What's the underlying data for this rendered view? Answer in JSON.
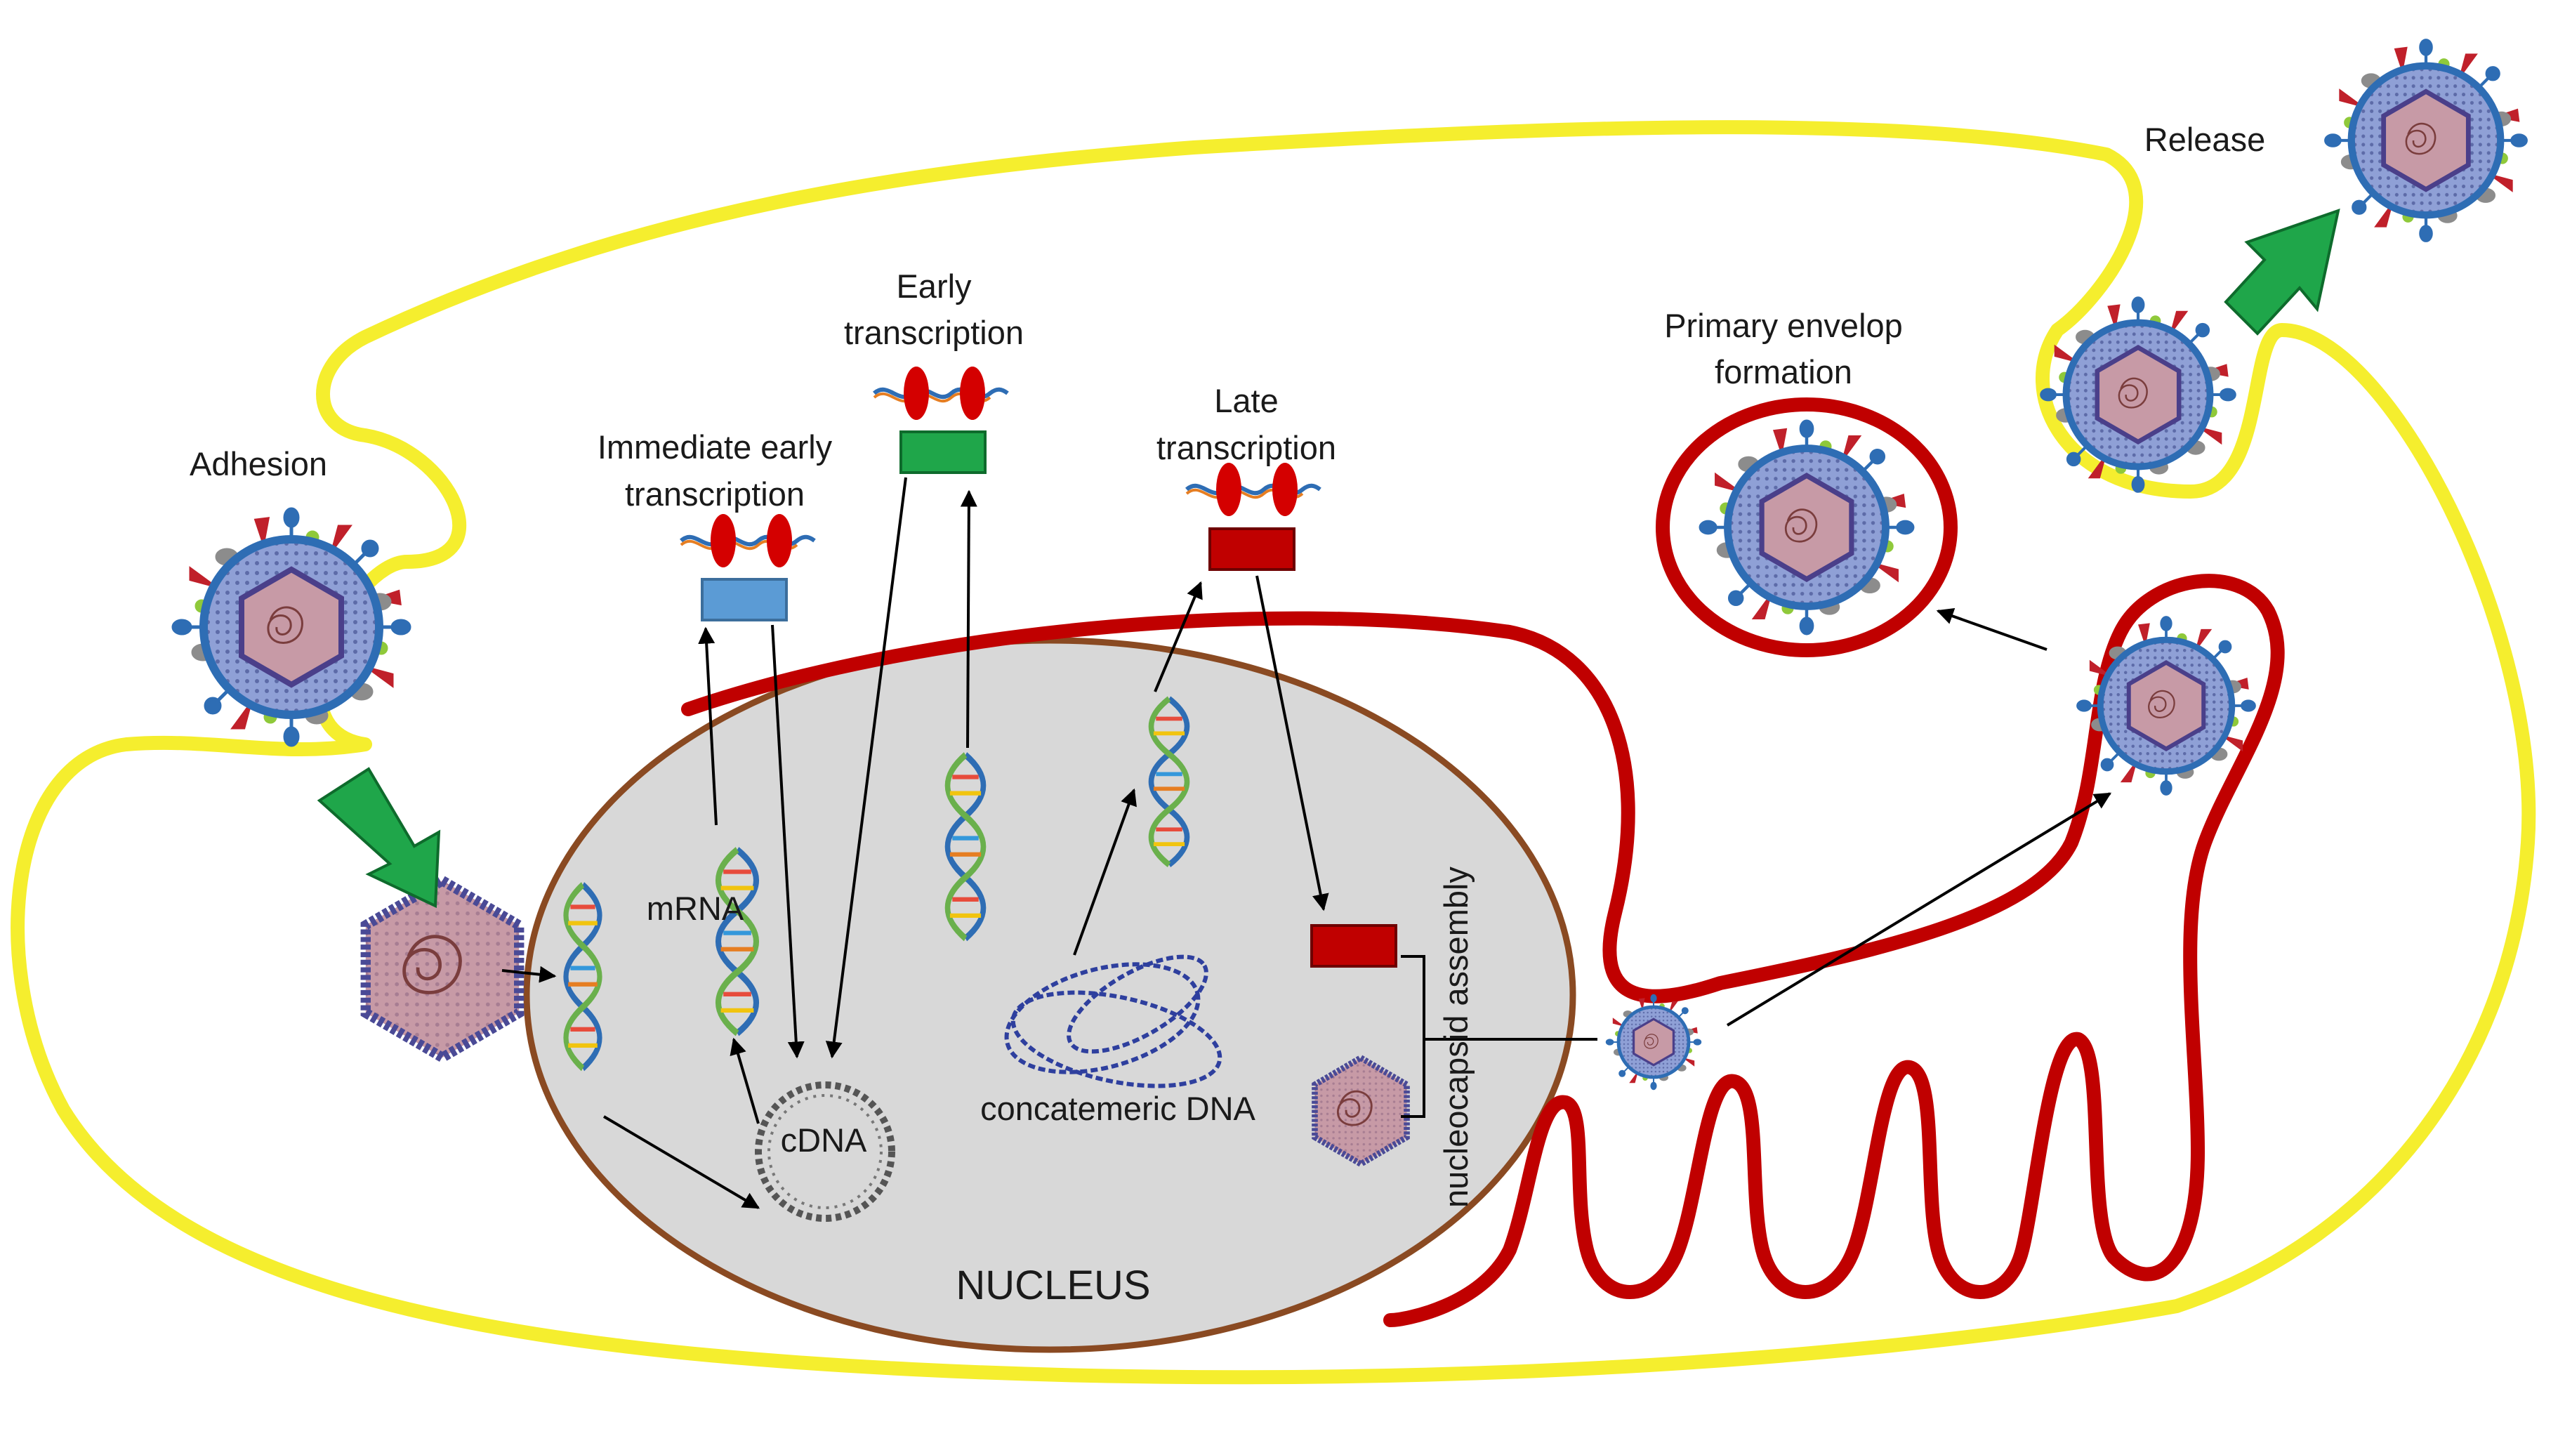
{
  "labels": {
    "adhesion": "Adhesion",
    "immediate_early_1": "Immediate early",
    "immediate_early_2": "transcription",
    "early_1": "Early",
    "early_2": "transcription",
    "late_1": "Late",
    "late_2": "transcription",
    "primary_envelop_1": "Primary envelop",
    "primary_envelop_2": "formation",
    "release": "Release",
    "mrna": "mRNA",
    "cdna": "cDNA",
    "concatemeric_dna": "concatemeric DNA",
    "nucleus": "NUCLEUS",
    "nucleocapsid_assembly": "nucleocapsid assembly"
  },
  "colors": {
    "cell_membrane": "#f5ee2e",
    "er_membrane": "#c00000",
    "nuclear_envelope": "#8a4a22",
    "nucleoplasm": "#d8d8d8",
    "process_arrow": "#1fa64a",
    "immediate_early_protein": "#5b9bd5",
    "early_protein": "#1fa64a",
    "late_protein": "#c00000",
    "capsid": "#7a6aa8",
    "virion_envelope": "#2e6db4"
  },
  "icons": {
    "virion": "herpesvirus-virion-icon",
    "capsid": "hexagonal-capsid-icon",
    "ribosome": "ribosome-translation-icon",
    "dna": "double-helix-icon",
    "plasmid": "circular-dna-icon"
  }
}
